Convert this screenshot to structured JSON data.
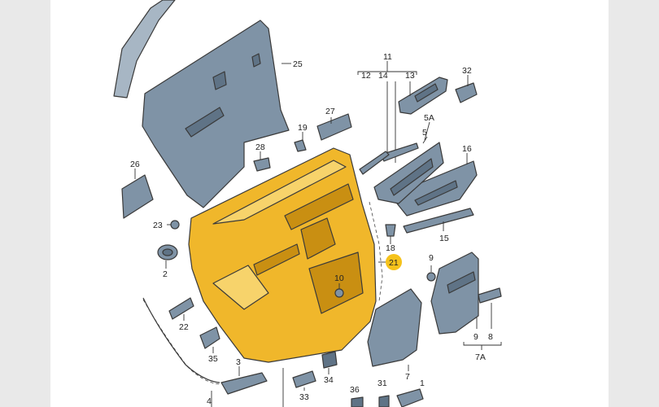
{
  "callouts": {
    "c25": "25",
    "c11": "11",
    "c12": "12",
    "c14": "14",
    "c13": "13",
    "c32": "32",
    "c27": "27",
    "c19": "19",
    "c5A": "5A",
    "c5": "5",
    "c28": "28",
    "c16": "16",
    "c26": "26",
    "c23": "23",
    "c18": "18",
    "c15": "15",
    "c21": "21",
    "c2": "2",
    "c9a": "9",
    "c10": "10",
    "c22": "22",
    "c35": "35",
    "c3": "3",
    "c34": "34",
    "c7": "7",
    "c9b": "9",
    "c8": "8",
    "c7A": "7A",
    "c33": "33",
    "c36": "36",
    "c31": "31",
    "c4": "4",
    "c1": "1"
  },
  "colors": {
    "panel_gold": "#f0b72b",
    "part_grey": "#7f93a6",
    "highlight": "#f5c21b"
  }
}
